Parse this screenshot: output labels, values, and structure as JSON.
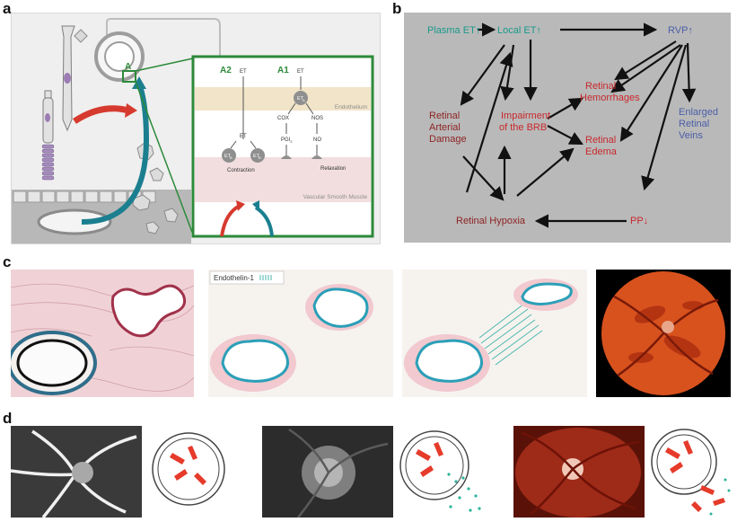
{
  "panels": {
    "a": "a",
    "b": "b",
    "c": "c",
    "d": "d"
  },
  "panel_a": {
    "a2": "A2",
    "a1": "A1",
    "a": "A",
    "et1": "ET",
    "et2": "ET",
    "eta": "ET",
    "etb1": "ET",
    "etb2": "ET",
    "sub_a": "A",
    "sub_b1": "B",
    "sub_b2": "B",
    "cox": "COX",
    "nos": "NOS",
    "pgi": "PGI",
    "pgi_sub": "2",
    "no": "NO",
    "endothelium": "Endothelium",
    "contraction": "Contraction",
    "relaxation": "Relaxation",
    "vsm": "Vascular Smooth Muscle"
  },
  "panel_b": {
    "plasma_et": "Plasma ET↑",
    "local_et": "Local ET↑",
    "rvp": "RVP↑",
    "retinal_hemorrhages_1": "Retinal",
    "retinal_hemorrhages_2": "Hemorrhages",
    "impairment_1": "Impairment",
    "impairment_2": "of the BRB",
    "arterial_1": "Retinal",
    "arterial_2": "Arterial",
    "arterial_3": "Damage",
    "edema_1": "Retinal",
    "edema_2": "Edema",
    "enlarged_1": "Enlarged",
    "enlarged_2": "Retinal",
    "enlarged_3": "Veins",
    "hypoxia": "Retinal Hypoxia",
    "pp": "PP↓"
  },
  "panel_c": {
    "endothelin_label": "Endothelin-1"
  },
  "colors": {
    "teal": "#1a9a8a",
    "red_text": "#c8282c",
    "blue_text": "#4b5fa8",
    "green_frame": "#2d8a3a",
    "arrow_red": "#d63a2e",
    "arrow_teal": "#1b7f8f"
  }
}
